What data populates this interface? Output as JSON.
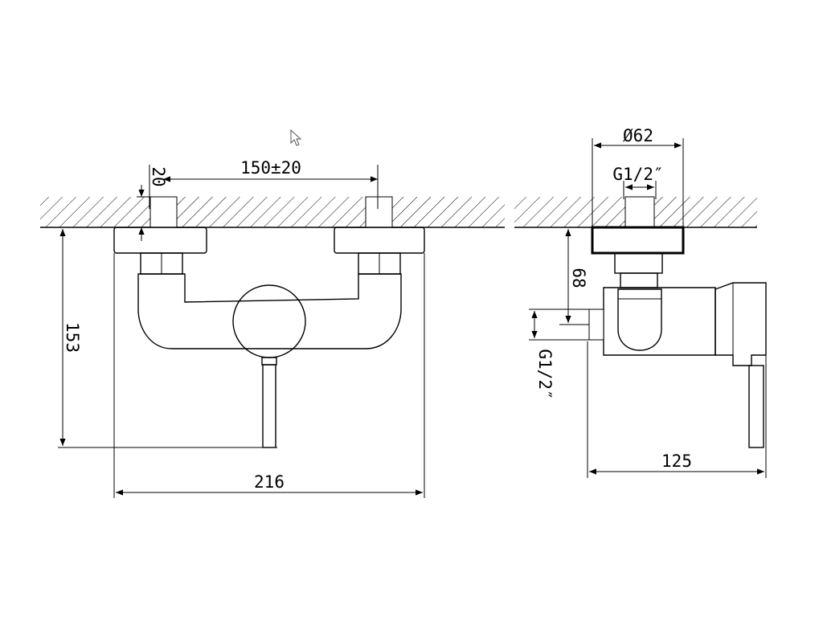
{
  "front_view": {
    "dim_center_distance": "150±20",
    "dim_depth": "20",
    "dim_height": "153",
    "dim_width": "216"
  },
  "side_view": {
    "dim_diameter": "Ø62",
    "dim_thread_top": "G1/2″",
    "dim_offset": "68",
    "dim_thread_side": "G1/2″",
    "dim_length": "125"
  }
}
